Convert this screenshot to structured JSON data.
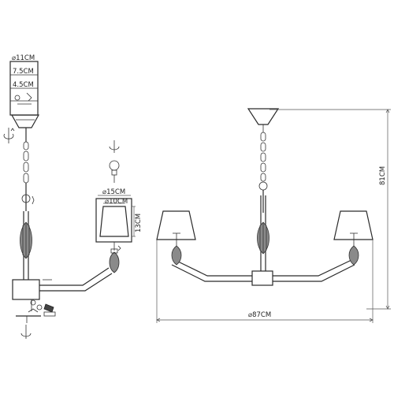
{
  "labels": {
    "fixture_diameter": "⌀87CM",
    "fixture_height": "81CM",
    "canopy_diameter": "⌀11CM",
    "canopy_dim_1": "7.5CM",
    "canopy_dim_2": "4.5CM",
    "shade_top_diameter": "⌀10CM",
    "shade_bottom_diameter": "⌀15CM",
    "shade_height": "13CM"
  }
}
